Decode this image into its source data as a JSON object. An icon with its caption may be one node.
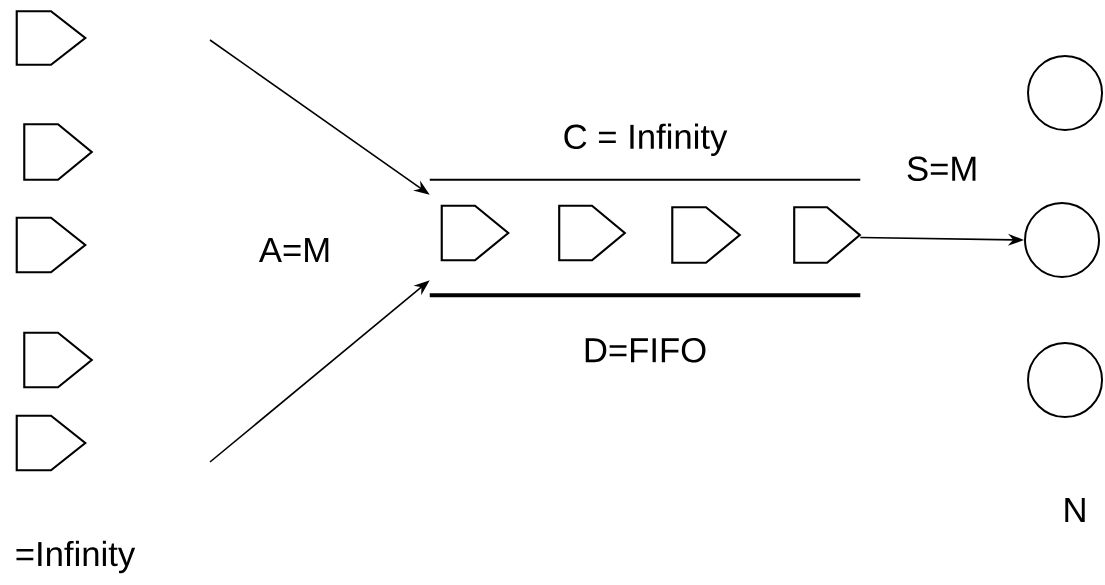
{
  "diagram": {
    "nodes": [
      {
        "text": [],
        "shape": "pentagon"
      },
      {
        "text": [],
        "shape": "pentagon"
      },
      {
        "text": [],
        "shape": "pentagon"
      },
      {
        "text": [],
        "shape": "pentagon"
      },
      {
        "text": [],
        "shape": "pentagon"
      },
      {
        "text": [
          "C = Infinity",
          "D=FIFO"
        ]
      },
      {
        "text": [],
        "shape": "pentagon",
        "in": 5
      },
      {
        "text": [],
        "shape": "pentagon",
        "in": 5
      },
      {
        "text": [],
        "shape": "pentagon",
        "in": 5
      },
      {
        "text": [],
        "shape": "pentagon",
        "in": 5
      },
      {
        "text": [],
        "shape": "circle"
      },
      {
        "text": [],
        "shape": "circle"
      },
      {
        "text": [],
        "shape": "circle"
      }
    ],
    "edges": [
      {
        "from": null,
        "to": 5,
        "arrow": "to"
      },
      {
        "from": null,
        "to": 5,
        "arrow": "to"
      },
      {
        "from": 5,
        "to": 11,
        "arrow": "to",
        "label": "S=M"
      }
    ],
    "labels": [
      "A=M",
      "N",
      "=Infinity"
    ]
  }
}
